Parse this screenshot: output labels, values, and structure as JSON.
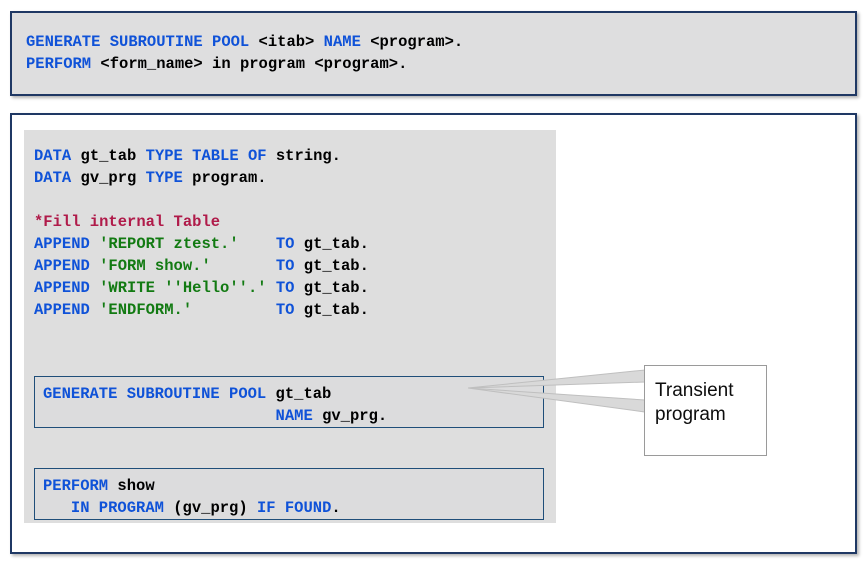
{
  "colors": {
    "keyword": "#0f52d8",
    "string": "#127a12",
    "comment": "#b01b4a",
    "plain": "#000000",
    "frame_border": "#1f3864",
    "panel_background": "#dedede",
    "stmt_box_border": "#1f4e79",
    "page_background": "#ffffff"
  },
  "syntax_box": {
    "lines": [
      [
        {
          "t": "GENERATE SUBROUTINE POOL ",
          "c": "kw"
        },
        {
          "t": "<itab> ",
          "c": "plain"
        },
        {
          "t": "NAME ",
          "c": "kw"
        },
        {
          "t": "<program>.",
          "c": "plain"
        }
      ],
      [
        {
          "t": "PERFORM ",
          "c": "kw"
        },
        {
          "t": "<form_name> in program <program>.",
          "c": "plain"
        }
      ]
    ]
  },
  "example": {
    "declaration_lines": [
      [
        {
          "t": "DATA ",
          "c": "kw"
        },
        {
          "t": "gt_tab ",
          "c": "plain"
        },
        {
          "t": "TYPE TABLE OF ",
          "c": "kw"
        },
        {
          "t": "string.",
          "c": "plain"
        }
      ],
      [
        {
          "t": "DATA ",
          "c": "kw"
        },
        {
          "t": "gv_prg ",
          "c": "plain"
        },
        {
          "t": "TYPE ",
          "c": "kw"
        },
        {
          "t": "program.",
          "c": "plain"
        }
      ]
    ],
    "append_lines": [
      [
        {
          "t": "*Fill internal Table",
          "c": "com"
        }
      ],
      [
        {
          "t": "APPEND ",
          "c": "kw"
        },
        {
          "t": "'REPORT ztest.'",
          "c": "str"
        },
        {
          "t": "    ",
          "c": "plain"
        },
        {
          "t": "TO ",
          "c": "kw"
        },
        {
          "t": "gt_tab.",
          "c": "plain"
        }
      ],
      [
        {
          "t": "APPEND ",
          "c": "kw"
        },
        {
          "t": "'FORM show.'",
          "c": "str"
        },
        {
          "t": "       ",
          "c": "plain"
        },
        {
          "t": "TO ",
          "c": "kw"
        },
        {
          "t": "gt_tab.",
          "c": "plain"
        }
      ],
      [
        {
          "t": "APPEND ",
          "c": "kw"
        },
        {
          "t": "'WRITE ''Hello''.'",
          "c": "str"
        },
        {
          "t": " ",
          "c": "plain"
        },
        {
          "t": "TO ",
          "c": "kw"
        },
        {
          "t": "gt_tab.",
          "c": "plain"
        }
      ],
      [
        {
          "t": "APPEND ",
          "c": "kw"
        },
        {
          "t": "'ENDFORM.'",
          "c": "str"
        },
        {
          "t": "         ",
          "c": "plain"
        },
        {
          "t": "TO ",
          "c": "kw"
        },
        {
          "t": "gt_tab.",
          "c": "plain"
        }
      ]
    ],
    "generate_stmt_lines": [
      [
        {
          "t": "GENERATE SUBROUTINE POOL ",
          "c": "kw"
        },
        {
          "t": "gt_tab",
          "c": "plain"
        }
      ],
      [
        {
          "t": "                         ",
          "c": "plain"
        },
        {
          "t": "NAME ",
          "c": "kw"
        },
        {
          "t": "gv_prg.",
          "c": "plain"
        }
      ]
    ],
    "perform_stmt_lines": [
      [
        {
          "t": "PERFORM ",
          "c": "kw"
        },
        {
          "t": "show",
          "c": "plain"
        }
      ],
      [
        {
          "t": "   ",
          "c": "plain"
        },
        {
          "t": "IN PROGRAM ",
          "c": "kw"
        },
        {
          "t": "(gv_prg) ",
          "c": "plain"
        },
        {
          "t": "IF FOUND",
          "c": "kw"
        },
        {
          "t": ".",
          "c": "plain"
        }
      ]
    ]
  },
  "callout": {
    "label": "Transient\nprogram"
  }
}
